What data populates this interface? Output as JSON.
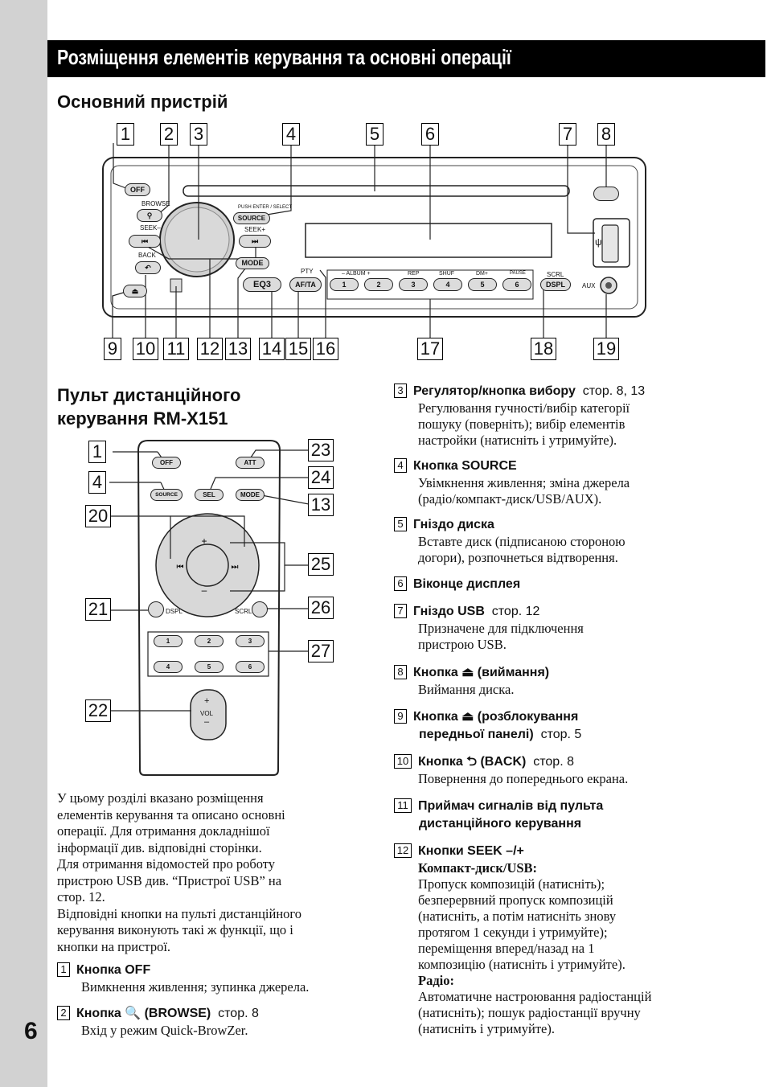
{
  "page_number": "6",
  "title": "Розміщення елементів керування та основні операції",
  "main_unit": {
    "heading": "Основний пристрій",
    "top_markers": [
      "1",
      "2",
      "3",
      "4",
      "5",
      "6",
      "7",
      "8"
    ],
    "bottom_markers": [
      "9",
      "10",
      "11",
      "12",
      "13",
      "14",
      "15",
      "16",
      "17",
      "18",
      "19"
    ],
    "labels": {
      "off": "OFF",
      "browse": "BROWSE",
      "source": "SOURCE",
      "push": "PUSH ENTER / SELECT",
      "seek_minus": "SEEK–",
      "seek_plus": "SEEK+",
      "back": "BACK",
      "mode": "MODE",
      "eq3": "EQ3",
      "afta": "AF/TA",
      "pty": "PTY",
      "album": "–  ALBUM  +",
      "rep": "REP",
      "shuf": "SHUF",
      "dm": "DM+",
      "pause": "PAUSE",
      "scrl": "SCRL",
      "dspl": "DSPL",
      "aux": "AUX",
      "num_buttons": [
        "1",
        "2",
        "3",
        "4",
        "5",
        "6"
      ]
    }
  },
  "remote": {
    "heading_line1": "Пульт дистанційного",
    "heading_line2": "керування RM-X151",
    "left_markers": [
      "1",
      "4",
      "20",
      "21",
      "22"
    ],
    "right_markers": [
      "23",
      "24",
      "13",
      "25",
      "26",
      "27"
    ],
    "labels": {
      "off": "OFF",
      "att": "ATT",
      "source": "SOURCE",
      "sel": "SEL",
      "mode": "MODE",
      "dspl": "DSPL",
      "scrl": "SCRL",
      "vol": "VOL",
      "plus": "+",
      "minus": "–",
      "num_buttons": [
        "1",
        "2",
        "3",
        "4",
        "5",
        "6"
      ]
    }
  },
  "intro": [
    "У цьому розділі вказано розміщення",
    "елементів керування та описано основні",
    "операції. Для отримання докладнішої",
    "інформації див. відповідні сторінки.",
    "Для отримання відомостей про роботу",
    "пристрою USB див. “Пристрої USB” на",
    "стор. 12.",
    "Відповідні кнопки на пульті дистанційного",
    "керування виконують такі ж функції, що і",
    "кнопки на пристрої."
  ],
  "entries_left": [
    {
      "num": "1",
      "title": "Кнопка OFF",
      "ref": "",
      "body": [
        "Вимкнення живлення; зупинка джерела."
      ]
    },
    {
      "num": "2",
      "title": "Кнопка 🔍 (BROWSE)",
      "ref": "стор. 8",
      "body": [
        "Вхід у режим Quick-BrowZer."
      ]
    }
  ],
  "entries_right": [
    {
      "num": "3",
      "title": "Регулятор/кнопка вибору",
      "ref": "стор. 8, 13",
      "body": [
        "Регулювання гучності/вибір категорії",
        "пошуку (поверніть); вибір елементів",
        "настройки (натисніть і утримуйте)."
      ]
    },
    {
      "num": "4",
      "title": "Кнопка SOURCE",
      "ref": "",
      "body": [
        "Увімкнення живлення; зміна джерела",
        "(радіо/компакт-диск/USB/AUX)."
      ]
    },
    {
      "num": "5",
      "title": "Гніздо диска",
      "ref": "",
      "body": [
        "Вставте диск (підписаною стороною",
        "догори), розпочнеться відтворення."
      ]
    },
    {
      "num": "6",
      "title": "Віконце дисплея",
      "ref": "",
      "body": []
    },
    {
      "num": "7",
      "title": "Гніздо USB",
      "ref": "стор. 12",
      "body": [
        "Призначене для підключення",
        "пристрою USB."
      ]
    },
    {
      "num": "8",
      "title": "Кнопка ⏏ (виймання)",
      "ref": "",
      "body": [
        "Виймання диска."
      ]
    },
    {
      "num": "9",
      "title": "Кнопка ⏏ (розблокування",
      "title2": "передньої панелі)",
      "ref": "стор. 5",
      "body": []
    },
    {
      "num": "10",
      "title": "Кнопка ⮌ (BACK)",
      "ref": "стор. 8",
      "body": [
        "Повернення до попереднього екрана."
      ]
    },
    {
      "num": "11",
      "title": "Приймач сигналів від пульта",
      "title2": "дистанційного керування",
      "ref": "",
      "body": []
    },
    {
      "num": "12",
      "title": "Кнопки SEEK –/+",
      "ref": "",
      "sub1": "Компакт-диск/USB",
      "body": [
        "Пропуск композицій (натисніть);",
        "безперервний пропуск композицій",
        "(натисніть, а потім натисніть знову",
        "протягом 1 секунди і утримуйте);",
        "переміщення вперед/назад на 1",
        "композицію (натисніть і утримуйте)."
      ],
      "sub2": "Радіо",
      "body2": [
        "Автоматичне настроювання радіостанцій",
        "(натисніть); пошук радіостанції вручну",
        "(натисніть і утримуйте)."
      ]
    }
  ]
}
